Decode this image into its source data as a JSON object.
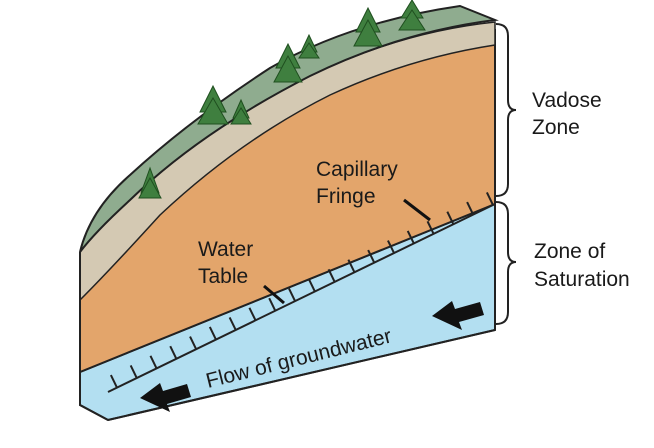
{
  "labels": {
    "vadose_line1": "Vadose",
    "vadose_line2": "Zone",
    "saturation_line1": "Zone of",
    "saturation_line2": "Saturation",
    "capillary_line1": "Capillary",
    "capillary_line2": "Fringe",
    "water_table_line1": "Water",
    "water_table_line2": "Table",
    "flow": "Flow of groundwater"
  },
  "colors": {
    "grass": "#8fac8f",
    "grass_top": "#a9c3a6",
    "fringe": "#d4c9b3",
    "soil": "#e3a56b",
    "water": "#b3dff1",
    "tree": "#3f7f3f",
    "outline": "#222222"
  },
  "icons": [
    "tree-icon",
    "arrow-left-icon"
  ]
}
